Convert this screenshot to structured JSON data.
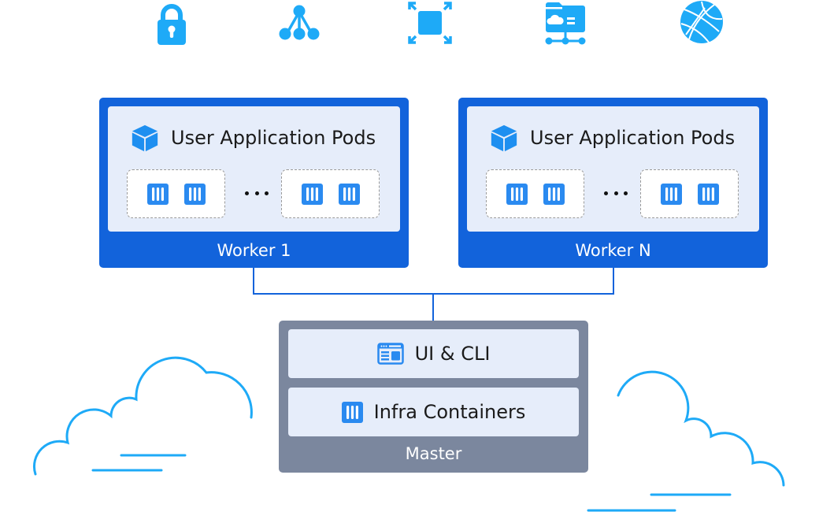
{
  "top_icons": [
    {
      "name": "lock-icon",
      "label": "security"
    },
    {
      "name": "hierarchy-icon",
      "label": "network topology"
    },
    {
      "name": "scale-expand-icon",
      "label": "scalability"
    },
    {
      "name": "cloud-storage-folder-icon",
      "label": "cloud storage"
    },
    {
      "name": "globe-network-icon",
      "label": "global network"
    }
  ],
  "workers": [
    {
      "title": "User Application Pods",
      "label": "Worker 1",
      "pods": [
        {
          "containers": 2
        },
        {
          "containers": 2
        }
      ],
      "ellipsis": "..."
    },
    {
      "title": "User Application Pods",
      "label": "Worker N",
      "pods": [
        {
          "containers": 2
        },
        {
          "containers": 2
        }
      ],
      "ellipsis": "..."
    }
  ],
  "master": {
    "label": "Master",
    "rows": [
      {
        "icon": "browser-window-icon",
        "text": "UI & CLI"
      },
      {
        "icon": "container-icon",
        "text": "Infra Containers"
      }
    ]
  },
  "colors": {
    "worker_blue": "#1263db",
    "panel_light": "#e6edfa",
    "master_gray": "#7b879e",
    "icon_cyan": "#1eaaf7",
    "container_blue": "#2a8af0"
  }
}
